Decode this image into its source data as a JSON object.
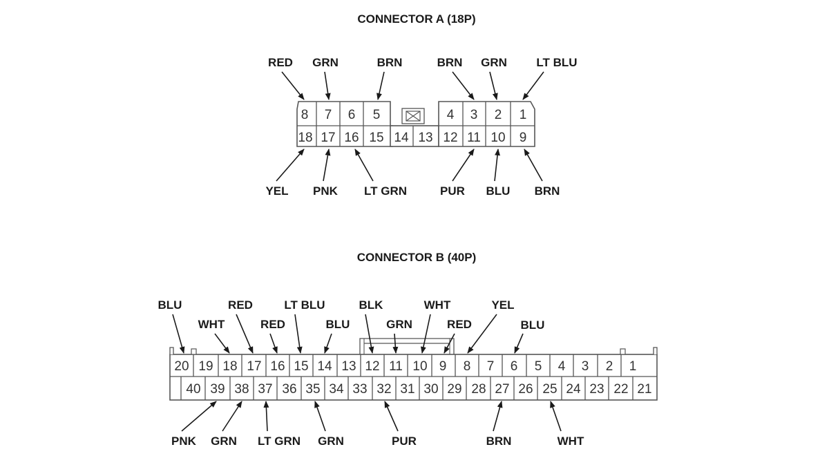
{
  "connector_a": {
    "title": "CONNECTOR A (18P)",
    "top_pins": [
      "8",
      "7",
      "6",
      "5",
      "4",
      "3",
      "2",
      "1"
    ],
    "bottom_pins": [
      "18",
      "17",
      "16",
      "15",
      "14",
      "13",
      "12",
      "11",
      "10",
      "9"
    ],
    "top_labels": [
      "RED",
      "GRN",
      "BRN",
      "BRN",
      "GRN",
      "LT BLU"
    ],
    "bottom_labels": [
      "YEL",
      "PNK",
      "LT GRN",
      "PUR",
      "BLU",
      "BRN"
    ]
  },
  "connector_b": {
    "title": "CONNECTOR B (40P)",
    "top_pins": [
      "20",
      "19",
      "18",
      "17",
      "16",
      "15",
      "14",
      "13",
      "12",
      "11",
      "10",
      "9",
      "8",
      "7",
      "6",
      "5",
      "4",
      "3",
      "2",
      "1"
    ],
    "bottom_pins": [
      "40",
      "39",
      "38",
      "37",
      "36",
      "35",
      "34",
      "33",
      "32",
      "31",
      "30",
      "29",
      "28",
      "27",
      "26",
      "25",
      "24",
      "23",
      "22",
      "21"
    ],
    "top_labels": [
      "BLU",
      "WHT",
      "RED",
      "RED",
      "LT BLU",
      "BLU",
      "BLK",
      "GRN",
      "WHT",
      "RED",
      "YEL",
      "BLU"
    ],
    "bottom_labels": [
      "PNK",
      "GRN",
      "LT GRN",
      "GRN",
      "PUR",
      "BRN",
      "WHT"
    ]
  }
}
